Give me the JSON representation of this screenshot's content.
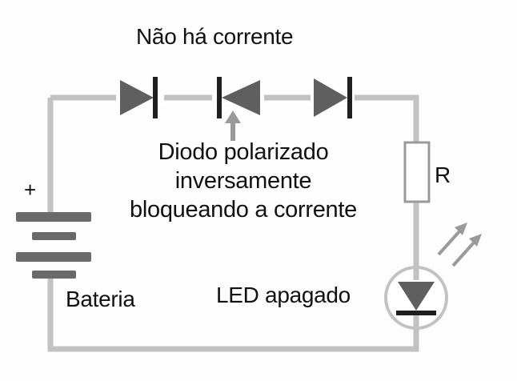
{
  "title": "Não há corrente",
  "reverse_diode_caption": [
    "Diodo polarizado",
    "inversamente",
    "bloqueando a corrente"
  ],
  "battery_sign": "+",
  "resistor_label": "R",
  "battery_label": "Bateria",
  "led_label": "LED apagado",
  "colors": {
    "wire": "#c2c2c2",
    "component": "#5f5f5f",
    "bar": "#1f1f1f",
    "text": "#111111"
  }
}
